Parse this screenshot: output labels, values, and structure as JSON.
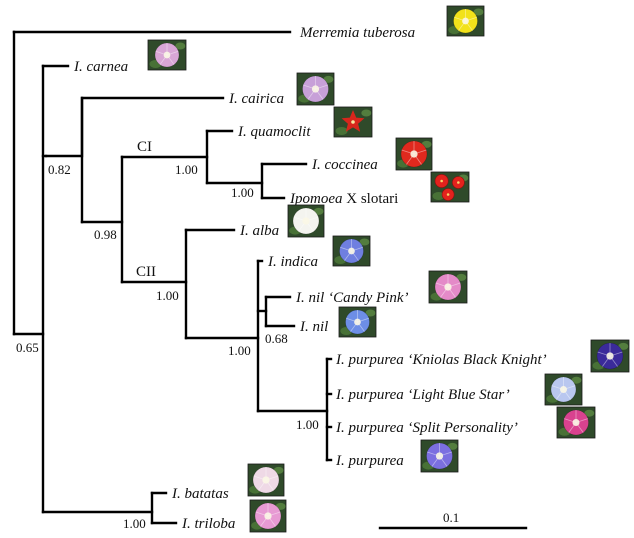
{
  "taxa": {
    "merremia_tuberosa": "Merremia tuberosa",
    "carnea": "I. carnea",
    "cairica": "I. cairica",
    "quamoclit": "I. quamoclit",
    "coccinea": "I. coccinea",
    "slotari_genus": "Ipomoea",
    "slotari_rest": " X slotari",
    "alba": "I. alba",
    "indica": "I. indica",
    "nil_candy_pink": "I. nil ‘Candy Pink’",
    "nil": "I. nil",
    "purpurea_kniolas": "I. purpurea ‘Kniolas Black Knight’",
    "purpurea_light_blue": "I. purpurea ‘Light Blue Star’",
    "purpurea_split": "I. purpurea ‘Split Personality’",
    "purpurea": "I. purpurea",
    "batatas": "I. batatas",
    "triloba": "I. triloba"
  },
  "clades": {
    "ci": "CI",
    "cii": "CII"
  },
  "support": {
    "root_inner": "0.65",
    "main_clade": "0.82",
    "ci_cii": "0.98",
    "ci": "1.00",
    "coccinea_slotari": "1.00",
    "cii": "1.00",
    "indica_nil_purpurea": "1.00",
    "nil_pair": "0.68",
    "purpurea_group": "1.00",
    "batatas_triloba": "1.00"
  },
  "scale_bar": {
    "label": "0.1"
  },
  "flower_colors": {
    "merremia_tuberosa": "#f2e21a",
    "carnea": "#d9a6d6",
    "cairica": "#c7a0d8",
    "quamoclit": "#d8261c",
    "coccinea": "#e0291e",
    "slotari": "#e3221d",
    "alba": "#f4f4ef",
    "indica": "#6f7fe0",
    "nil_candy_pink": "#e48ac8",
    "nil": "#6d8ee6",
    "purpurea_kniolas": "#3a2a9a",
    "purpurea_light_blue": "#b9c7ef",
    "purpurea_split": "#d9428f",
    "purpurea": "#7b6fe0",
    "batatas": "#efd9e6",
    "triloba": "#e79ad3"
  }
}
